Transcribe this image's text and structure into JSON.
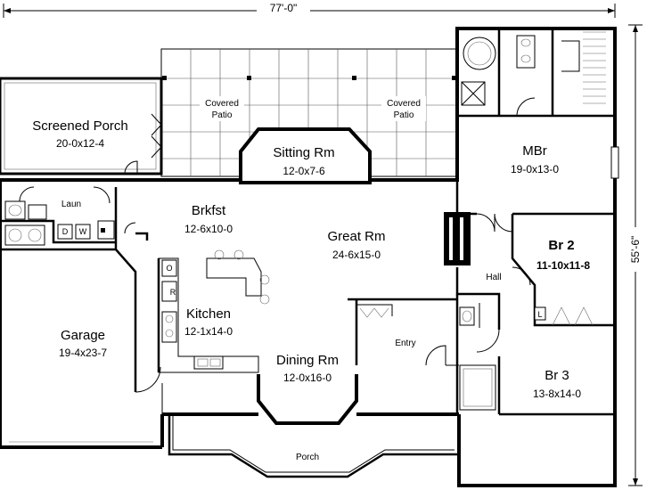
{
  "dimensions": {
    "width": "77'-0\"",
    "depth": "55'-6\""
  },
  "rooms": {
    "screened_porch": {
      "name": "Screened Porch",
      "size": "20-0x12-4"
    },
    "covered_patio_left": {
      "line1": "Covered",
      "line2": "Patio"
    },
    "covered_patio_right": {
      "line1": "Covered",
      "line2": "Patio"
    },
    "sitting_rm": {
      "name": "Sitting Rm",
      "size": "12-0x7-6"
    },
    "mbr": {
      "name": "MBr",
      "size": "19-0x13-0"
    },
    "laun": {
      "name": "Laun"
    },
    "brkfst": {
      "name": "Brkfst",
      "size": "12-6x10-0"
    },
    "great_rm": {
      "name": "Great Rm",
      "size": "24-6x15-0"
    },
    "br2": {
      "name": "Br 2",
      "size": "11-10x11-8"
    },
    "hall": {
      "name": "Hall"
    },
    "kitchen": {
      "name": "Kitchen",
      "size": "12-1x14-0"
    },
    "garage": {
      "name": "Garage",
      "size": "19-4x23-7"
    },
    "entry": {
      "name": "Entry"
    },
    "dining_rm": {
      "name": "Dining Rm",
      "size": "12-0x16-0"
    },
    "br3": {
      "name": "Br 3",
      "size": "13-8x14-0"
    },
    "porch": {
      "name": "Porch"
    }
  },
  "appliances": {
    "dryer": "D",
    "washer": "W",
    "refrigerator": "R",
    "oven": "O",
    "linen": "L"
  }
}
